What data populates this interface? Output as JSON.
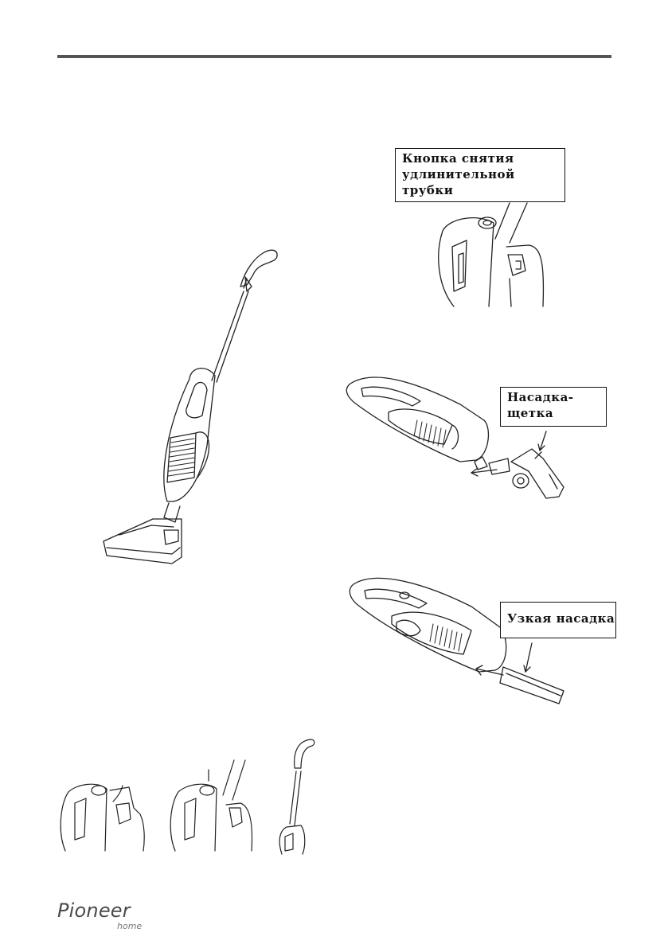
{
  "labels": {
    "tube_release": [
      "Кнопка снятия",
      "удлинительной",
      "трубки"
    ],
    "brush_nozzle": [
      "Насадка-",
      "щетка"
    ],
    "crevice_nozzle": [
      "Узкая насадка"
    ]
  },
  "brand": {
    "name": "Pioneer",
    "sub": "home"
  }
}
